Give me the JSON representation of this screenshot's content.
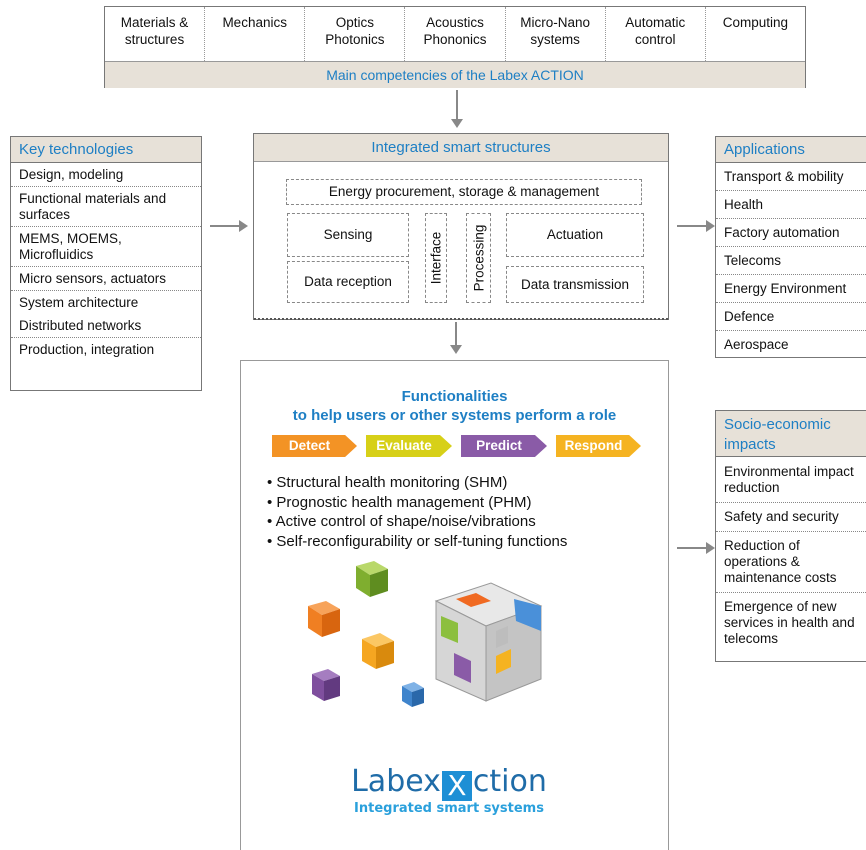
{
  "competencies": {
    "items": [
      "Materials &\nstructures",
      "Mechanics",
      "Optics\nPhotonics",
      "Acoustics\nPhononics",
      "Micro-Nano\nsystems",
      "Automatic\ncontrol",
      "Computing"
    ],
    "footer": "Main competencies of the Labex ACTION"
  },
  "key_technologies": {
    "title": "Key technologies",
    "items": [
      "Design, modeling",
      "Functional materials and surfaces",
      "MEMS, MOEMS, Microfluidics",
      "Micro sensors, actuators",
      "System architecture",
      "Distributed networks",
      "Production, integration"
    ]
  },
  "integrated": {
    "title": "Integrated smart structures",
    "energy": "Energy procurement, storage & management",
    "sensing": "Sensing",
    "data_reception": "Data reception",
    "interface": "Interface",
    "processing": "Processing",
    "actuation": "Actuation",
    "data_transmission": "Data transmission"
  },
  "applications": {
    "title": "Applications",
    "items": [
      "Transport & mobility",
      "Health",
      "Factory automation",
      "Telecoms",
      "Energy Environment",
      "Defence",
      "Aerospace"
    ]
  },
  "functionalities": {
    "title_line1": "Functionalities",
    "title_line2": "to help users or other systems perform a role",
    "steps": [
      {
        "label": "Detect",
        "color": "#f39325"
      },
      {
        "label": "Evaluate",
        "color": "#d7d018"
      },
      {
        "label": "Predict",
        "color": "#8a5ba7"
      },
      {
        "label": "Respond",
        "color": "#f5b321"
      }
    ],
    "bullets": [
      "Structural health monitoring (SHM)",
      "Prognostic health management (PHM)",
      "Active control of shape/noise/vibrations",
      "Self-reconfigurability or self-tuning functions"
    ]
  },
  "socio": {
    "title": "Socio-economic impacts",
    "items": [
      "Environmental impact reduction",
      "Safety and security",
      "Reduction of operations & maintenance costs",
      "Emergence of new services in health and telecoms"
    ]
  },
  "logo": {
    "pre": "Labex",
    "x": "X",
    "post": "ction",
    "subtitle": "Integrated smart systems"
  },
  "colors": {
    "title_blue": "#1e7fc4",
    "header_beige": "#e7e1d8"
  }
}
